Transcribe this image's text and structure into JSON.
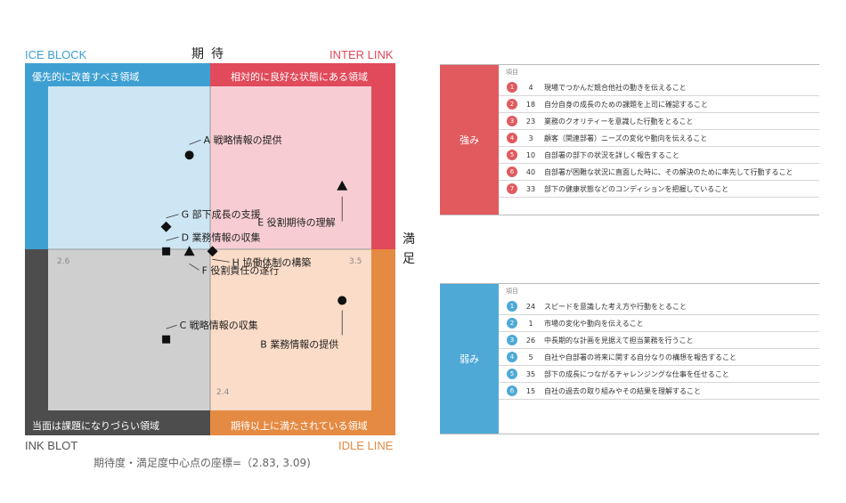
{
  "quadrant_labels": {
    "top_left": "ICE BLOCK",
    "top_right": "INTER LINK",
    "bottom_left": "INK BLOT",
    "bottom_right": "IDLE LINE"
  },
  "axis_titles": {
    "y": "期待",
    "x": "満足"
  },
  "quadrant_headers": {
    "top_left": "優先的に改善すべき領域",
    "top_right": "相対的に良好な状態にある領域",
    "bottom_left": "当面は課題になりづらい領域",
    "bottom_right": "期待以上に満たされている領域"
  },
  "colors": {
    "top_left_band": "#3ea0d2",
    "top_left_fill": "#cde6f4",
    "top_right_band": "#e04a5a",
    "top_right_fill": "#f7cdd3",
    "bottom_left_band": "#4d4d4d",
    "bottom_left_fill": "#cfcfcf",
    "bottom_right_band": "#e58a42",
    "bottom_right_fill": "#fbdcc8",
    "strength": "#e05a5e",
    "weakness": "#4fa9d6"
  },
  "footer": "期待度・満足度中心点の座標=（2.83, 3.09)",
  "chart_data": {
    "type": "scatter",
    "center": {
      "x": 2.83,
      "y": 3.09
    },
    "tick_labels": [
      "2.6",
      "3.5",
      "2.4"
    ],
    "points": [
      {
        "id": "A",
        "label": "A 戦略情報の提供",
        "marker": "circle",
        "x": 2.74,
        "y": 3.55
      },
      {
        "id": "E",
        "label": "E 役割期待の理解",
        "marker": "triangle",
        "x": 3.4,
        "y": 3.4
      },
      {
        "id": "G",
        "label": "G 部下成長の支援",
        "marker": "diamond",
        "x": 2.64,
        "y": 3.2
      },
      {
        "id": "D",
        "label": "D 業務情報の収集",
        "marker": "square",
        "x": 2.64,
        "y": 3.08
      },
      {
        "id": "F",
        "label": "F 役割責任の遂行",
        "marker": "triangle",
        "x": 2.74,
        "y": 3.08
      },
      {
        "id": "H",
        "label": "H 協働体制の構築",
        "marker": "diamond",
        "x": 2.84,
        "y": 3.08
      },
      {
        "id": "C",
        "label": "C 戦略情報の収集",
        "marker": "square",
        "x": 2.64,
        "y": 2.65
      },
      {
        "id": "B",
        "label": "B 業務情報の提供",
        "marker": "circle",
        "x": 3.4,
        "y": 2.84
      }
    ]
  },
  "strengths": {
    "title": "強み",
    "column_header": "項目",
    "rows": [
      {
        "rank": "1",
        "item": "4",
        "text": "現場でつかんだ競合他社の動きを伝えること"
      },
      {
        "rank": "2",
        "item": "18",
        "text": "自分自身の成長のための課題を上司に確認すること"
      },
      {
        "rank": "3",
        "item": "23",
        "text": "業務のクオリティーを意識した行動をとること"
      },
      {
        "rank": "4",
        "item": "3",
        "text": "顧客（関連部署）ニーズの変化や動向を伝えること"
      },
      {
        "rank": "5",
        "item": "10",
        "text": "自部署の部下の状況を詳しく報告すること"
      },
      {
        "rank": "6",
        "item": "40",
        "text": "自部署が困難な状況に直面した時に、その解決のために率先して行動すること"
      },
      {
        "rank": "7",
        "item": "33",
        "text": "部下の健康状態などのコンディションを把握していること"
      }
    ]
  },
  "weaknesses": {
    "title": "弱み",
    "column_header": "項目",
    "rows": [
      {
        "rank": "1",
        "item": "24",
        "text": "スピードを意識した考え方や行動をとること"
      },
      {
        "rank": "2",
        "item": "1",
        "text": "市場の変化や動向を伝えること"
      },
      {
        "rank": "3",
        "item": "26",
        "text": "中長期的な計画を見据えて担当業務を行うこと"
      },
      {
        "rank": "4",
        "item": "5",
        "text": "自社や自部署の将来に関する自分なりの構想を報告すること"
      },
      {
        "rank": "5",
        "item": "35",
        "text": "部下の成長につながるチャレンジングな仕事を任せること"
      },
      {
        "rank": "6",
        "item": "15",
        "text": "自社の過去の取り組みやその結果を理解すること"
      }
    ]
  }
}
